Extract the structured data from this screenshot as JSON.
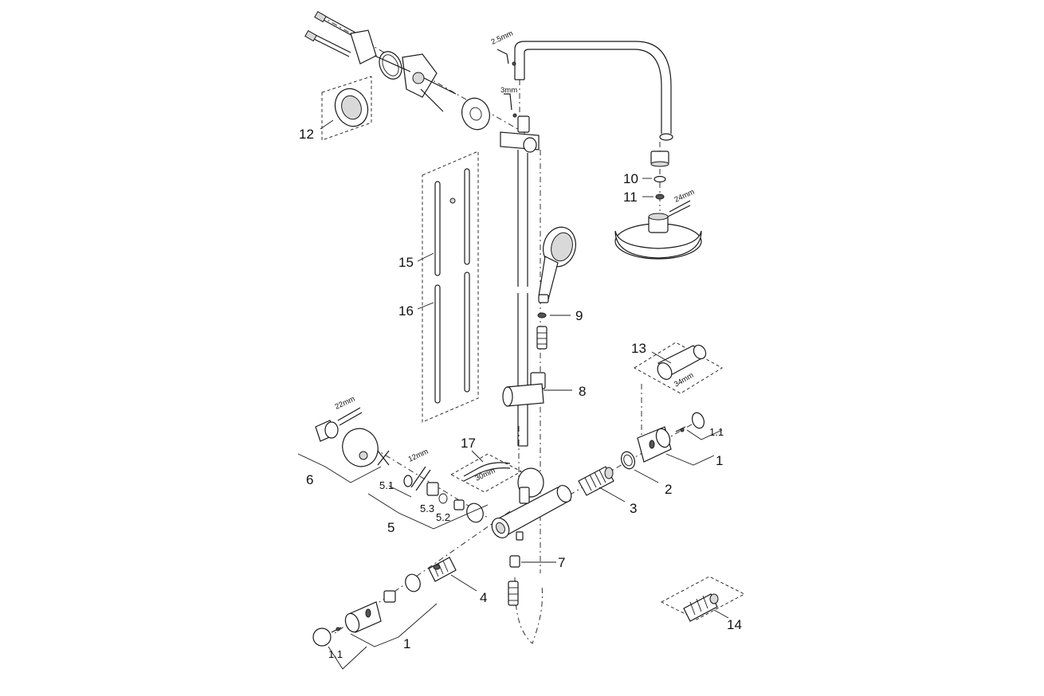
{
  "callouts": {
    "c1": "1",
    "c1b": "1",
    "c1_1": "1.1",
    "c1_1b": "1.1",
    "c2": "2",
    "c3": "3",
    "c4": "4",
    "c5": "5",
    "c5_1": "5.1",
    "c5_2": "5.2",
    "c5_3": "5.3",
    "c6": "6",
    "c7": "7",
    "c8": "8",
    "c9": "9",
    "c10": "10",
    "c11": "11",
    "c12": "12",
    "c13": "13",
    "c14": "14",
    "c15": "15",
    "c16": "16",
    "c17": "17"
  },
  "tools": {
    "t25": "2.5mm",
    "t3": "3mm",
    "t24": "24mm",
    "t34": "34mm",
    "t22": "22mm",
    "t12": "12mm",
    "t30": "30mm"
  }
}
